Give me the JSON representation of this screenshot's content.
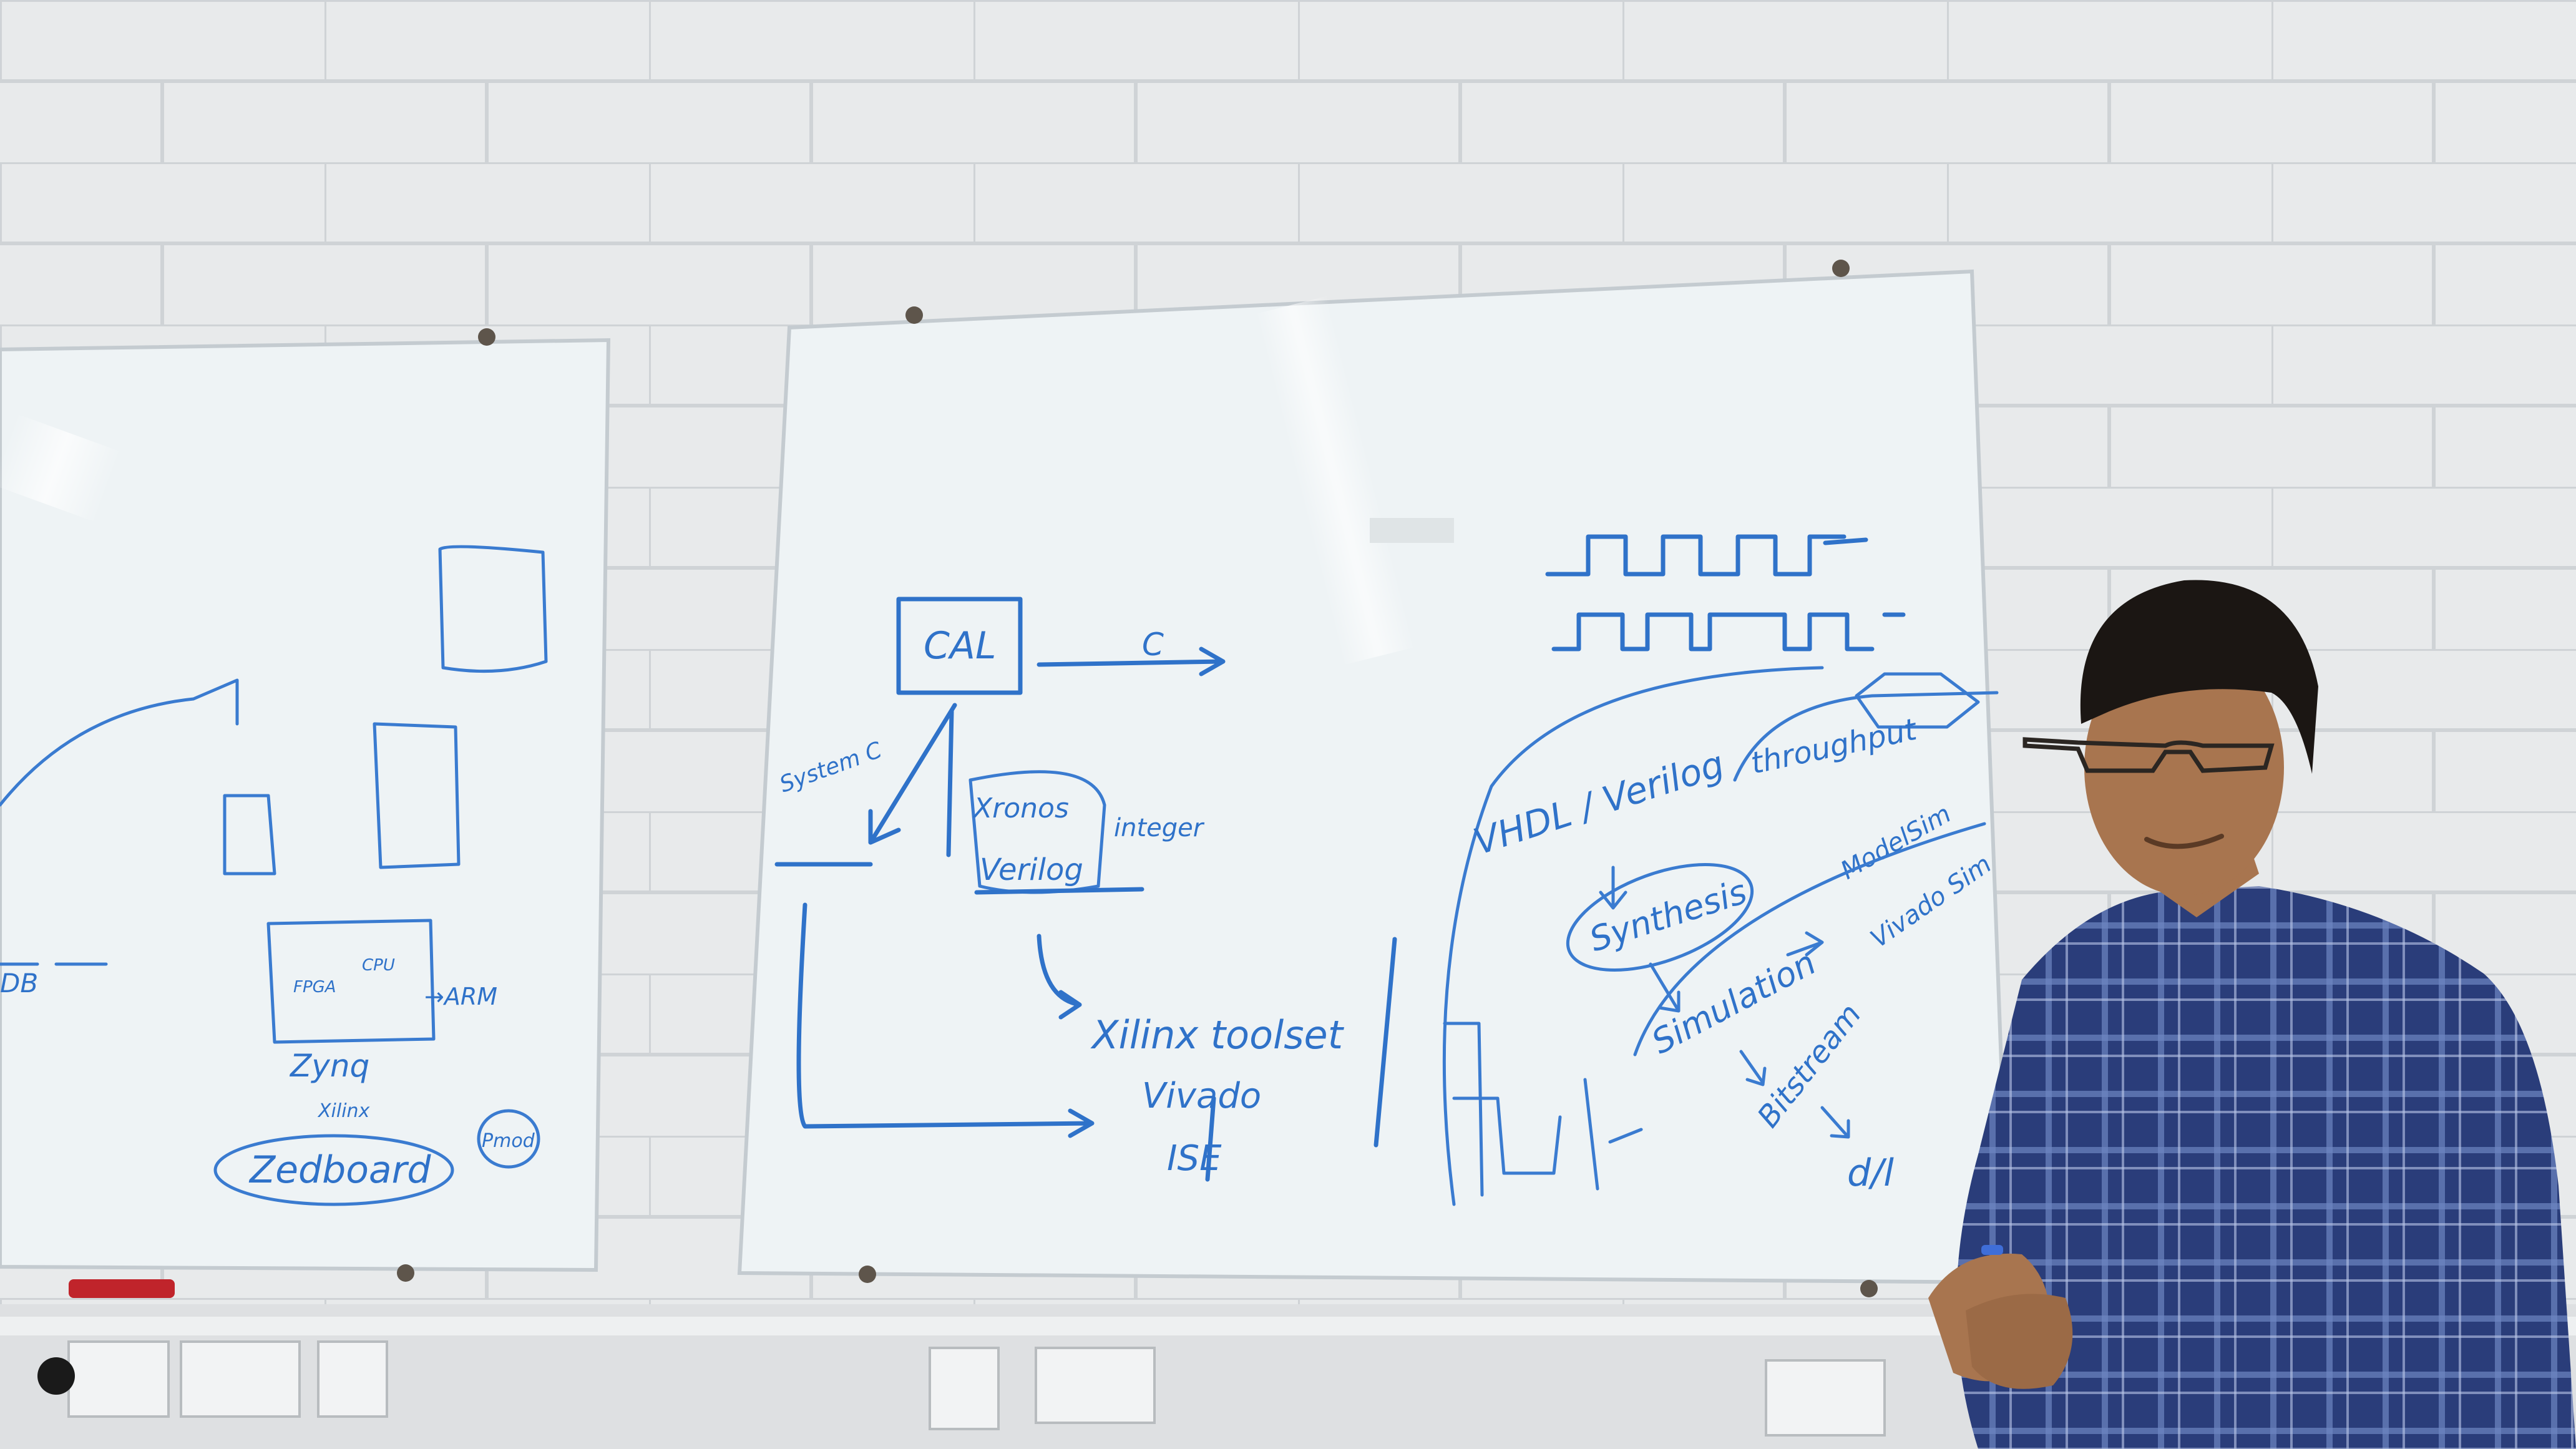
{
  "colors": {
    "wall": "#e8eaeb",
    "brick_line": "#cfd3d6",
    "board": "#eef3f5",
    "ink": "#2f72c9",
    "shirt": "#2a3d7a",
    "skin": "#a8754f",
    "hair": "#1b1613"
  },
  "left_board": {
    "labels": {
      "zynq": "Zynq",
      "xilinx": "Xilinx",
      "zedboard": "Zedboard",
      "pmod": "Pmod",
      "arm": "→ARM",
      "fpga": "FPGA",
      "cpu": "CPU",
      "db": "DB"
    }
  },
  "middle_board": {
    "labels": {
      "cal": "CAL",
      "c": "C",
      "system_c": "System C",
      "xronos": "Xronos",
      "verilog": "Verilog",
      "integer": "integer",
      "xilinx_toolset": "Xilinx toolset",
      "vivado": "Vivado",
      "ise": "ISE"
    }
  },
  "right_side": {
    "labels": {
      "vhdl_verilog": "VHDL / Verilog",
      "throughput": "throughput",
      "synthesis": "Synthesis",
      "modelsim": "ModelSim",
      "vivado_sim": "Vivado Sim",
      "simulation": "Simulation",
      "bitstream": "Bitstream",
      "dl": "d/l"
    }
  }
}
